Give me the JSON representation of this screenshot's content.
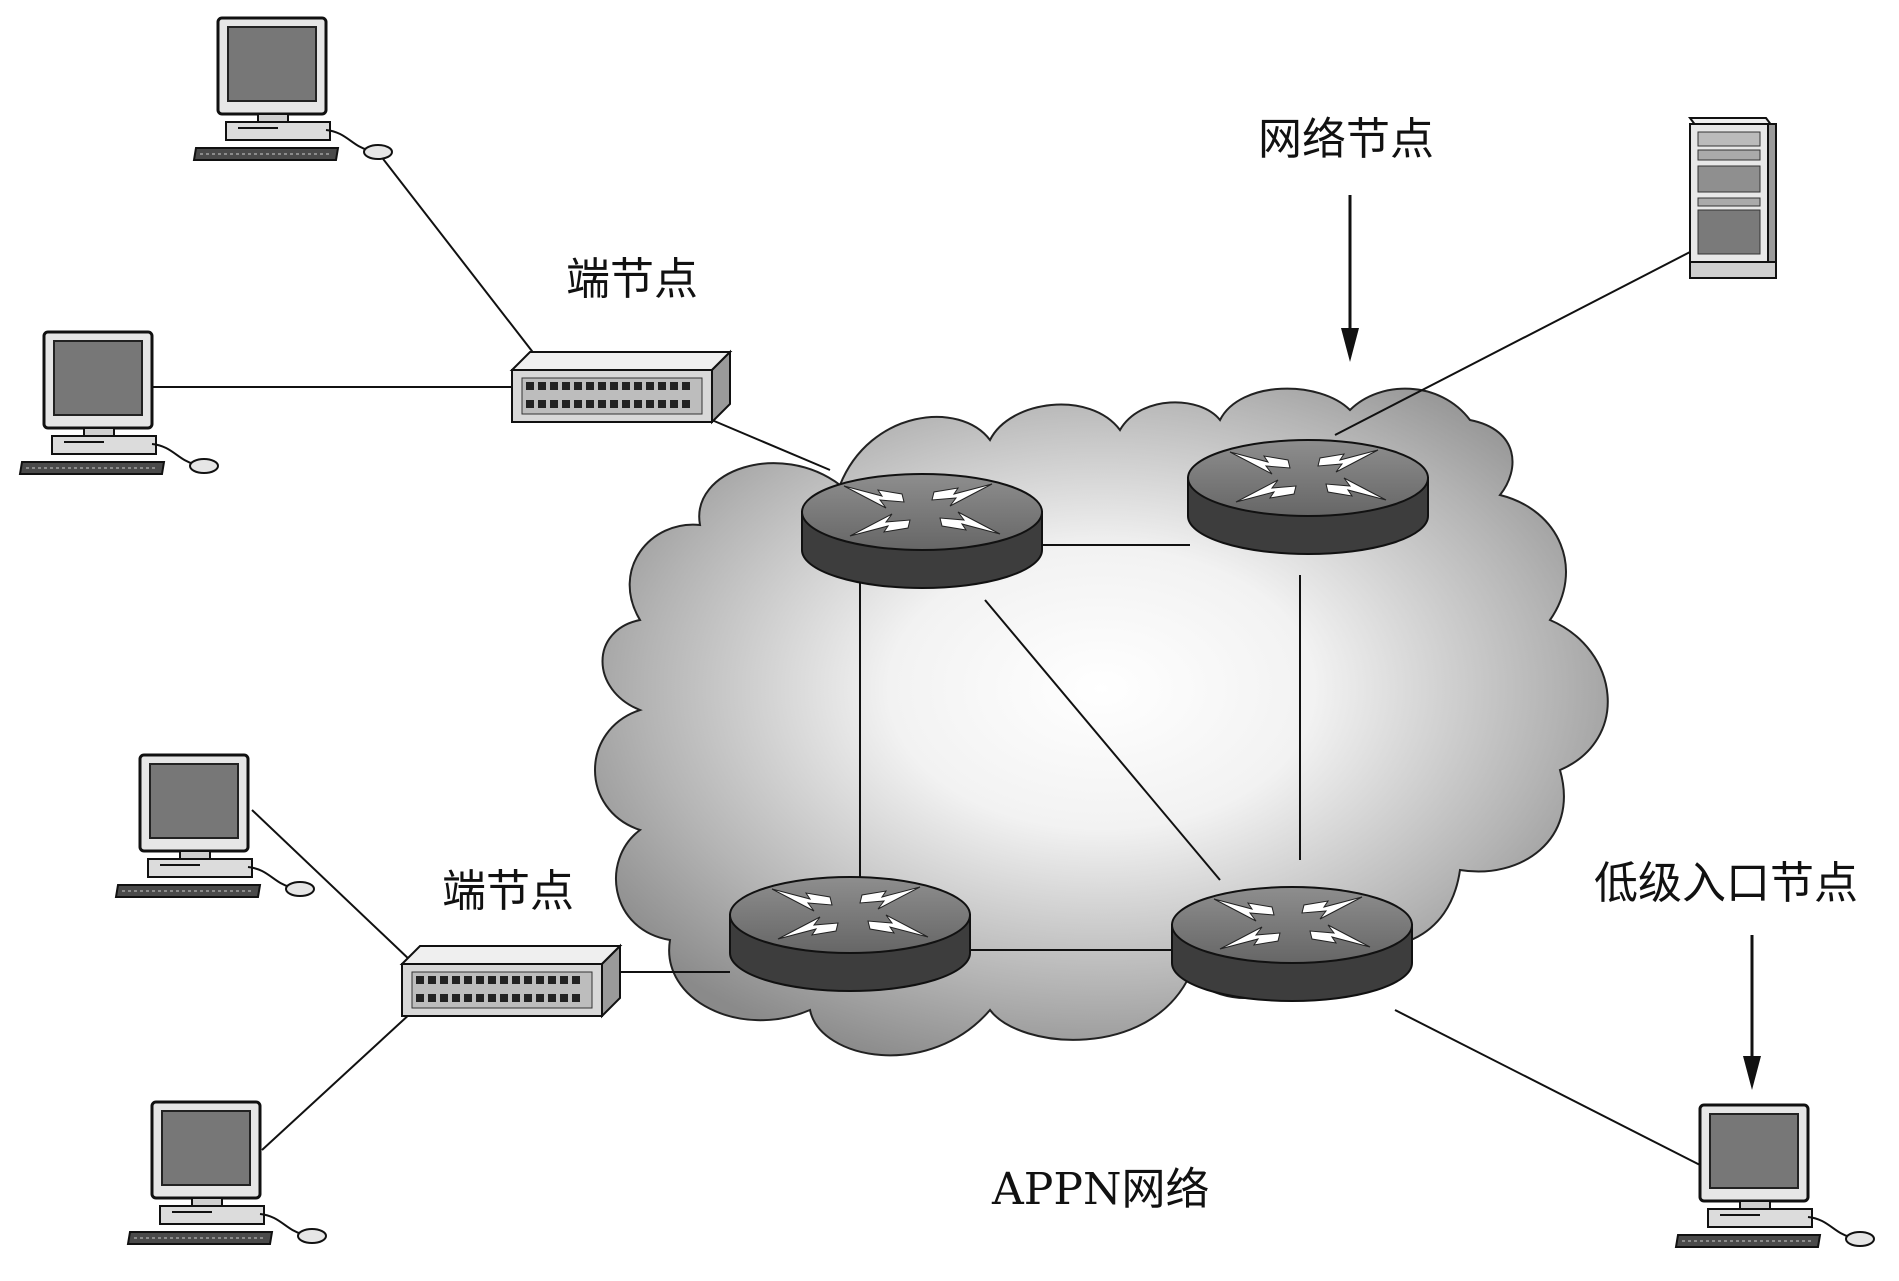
{
  "labels": {
    "end_node_top": "端节点",
    "end_node_bottom": "端节点",
    "network_node": "网络节点",
    "low_entry_node": "低级入口节点",
    "appn_network": "APPN网络"
  },
  "icons": {
    "computer": "computer-icon",
    "switch": "switch-icon",
    "router": "router-icon",
    "server": "server-icon",
    "cloud": "cloud-icon",
    "arrow": "arrow-down-icon"
  },
  "colors": {
    "line": "#111111",
    "router_top": "#7a7a7a",
    "router_side": "#3a3a3a",
    "cloud_edge": "#8a8a8a",
    "cloud_center": "#ffffff",
    "monitor_screen": "#777777"
  }
}
